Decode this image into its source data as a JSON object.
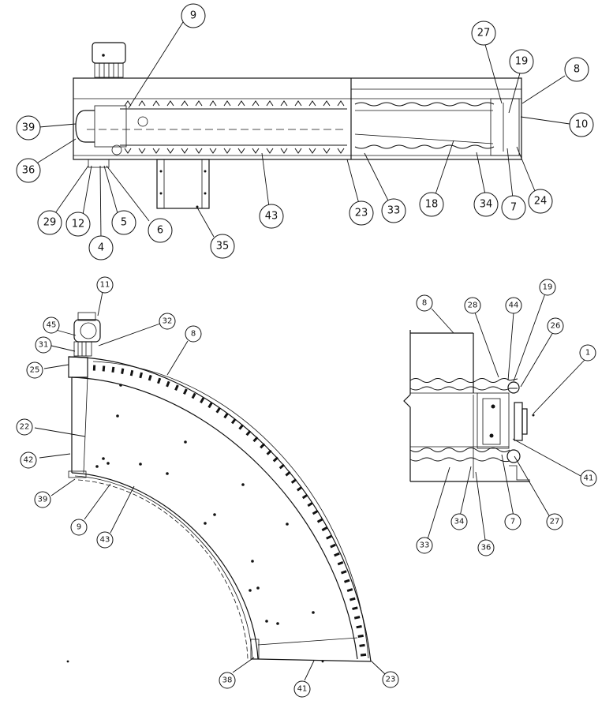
{
  "views": {
    "top": {
      "callouts": [
        {
          "id": "c9-top",
          "label": "9"
        },
        {
          "id": "c27-top",
          "label": "27"
        },
        {
          "id": "c19-top",
          "label": "19"
        },
        {
          "id": "c8-top",
          "label": "8"
        },
        {
          "id": "c10-top",
          "label": "10"
        },
        {
          "id": "c39-top",
          "label": "39"
        },
        {
          "id": "c36-top",
          "label": "36"
        },
        {
          "id": "c29-top",
          "label": "29"
        },
        {
          "id": "c12-top",
          "label": "12"
        },
        {
          "id": "c5-top",
          "label": "5"
        },
        {
          "id": "c6-top",
          "label": "6"
        },
        {
          "id": "c4-top",
          "label": "4"
        },
        {
          "id": "c35-top",
          "label": "35"
        },
        {
          "id": "c43-top",
          "label": "43"
        },
        {
          "id": "c23-top",
          "label": "23"
        },
        {
          "id": "c33-top",
          "label": "33"
        },
        {
          "id": "c18-top",
          "label": "18"
        },
        {
          "id": "c34-top",
          "label": "34"
        },
        {
          "id": "c7-top",
          "label": "7"
        },
        {
          "id": "c24-top",
          "label": "24"
        }
      ]
    },
    "curve": {
      "callouts": [
        {
          "id": "c11-curve",
          "label": "11"
        },
        {
          "id": "c45-curve",
          "label": "45"
        },
        {
          "id": "c32-curve",
          "label": "32"
        },
        {
          "id": "c31-curve",
          "label": "31"
        },
        {
          "id": "c8-curve",
          "label": "8"
        },
        {
          "id": "c25-curve",
          "label": "25"
        },
        {
          "id": "c22-curve",
          "label": "22"
        },
        {
          "id": "c42-curve",
          "label": "42"
        },
        {
          "id": "c39-curve",
          "label": "39"
        },
        {
          "id": "c9-curve",
          "label": "9"
        },
        {
          "id": "c43-curve",
          "label": "43"
        },
        {
          "id": "c38-curve",
          "label": "38"
        },
        {
          "id": "c41-curve",
          "label": "41"
        },
        {
          "id": "c23-curve",
          "label": "23"
        }
      ]
    },
    "detail": {
      "callouts": [
        {
          "id": "c8-detail",
          "label": "8"
        },
        {
          "id": "c28-detail",
          "label": "28"
        },
        {
          "id": "c44-detail",
          "label": "44"
        },
        {
          "id": "c19-detail",
          "label": "19"
        },
        {
          "id": "c26-detail",
          "label": "26"
        },
        {
          "id": "c1-detail",
          "label": "1"
        },
        {
          "id": "c41-detail",
          "label": "41"
        },
        {
          "id": "c27-detail",
          "label": "27"
        },
        {
          "id": "c7-detail",
          "label": "7"
        },
        {
          "id": "c36-detail",
          "label": "36"
        },
        {
          "id": "c34-detail",
          "label": "34"
        },
        {
          "id": "c33-detail",
          "label": "33"
        }
      ]
    }
  }
}
